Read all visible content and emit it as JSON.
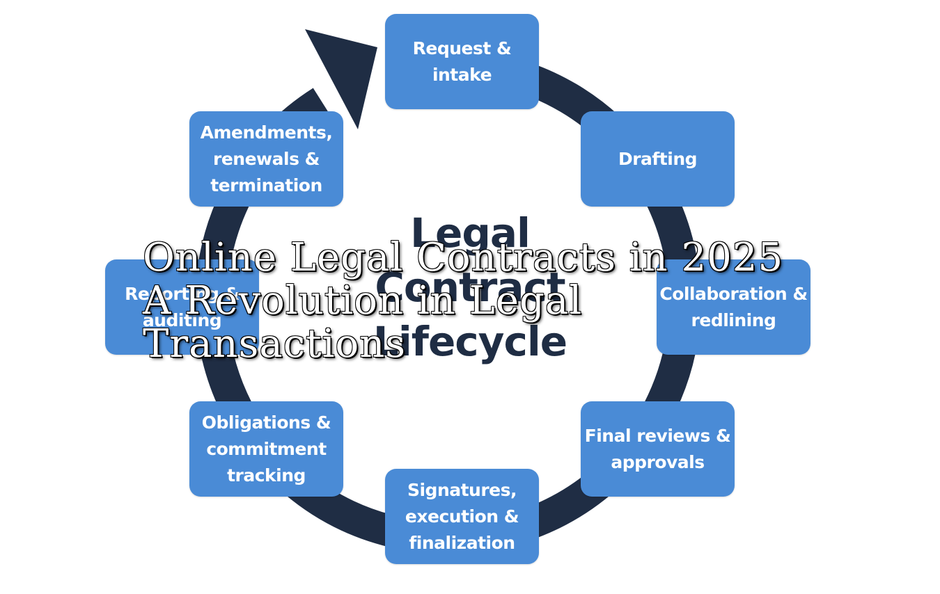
{
  "diagram": {
    "center_title_lines": [
      "Legal",
      "Contract",
      "Lifecycle"
    ],
    "steps": [
      {
        "label": "Request &\nintake"
      },
      {
        "label": "Drafting"
      },
      {
        "label": "Collaboration &\nredlining"
      },
      {
        "label": "Final reviews &\napprovals"
      },
      {
        "label": "Signatures,\nexecution &\nfinalization"
      },
      {
        "label": "Obligations &\ncommitment\ntracking"
      },
      {
        "label": "Reporting &\nauditing"
      },
      {
        "label": "Amendments,\nrenewals &\ntermination"
      }
    ],
    "colors": {
      "box": "#4a8bd6",
      "ring": "#1f2d44",
      "box_text": "#ffffff"
    }
  },
  "overlay": {
    "title_lines": [
      "Online Legal Contracts in 2025",
      "A Revolution in Legal",
      "Transactions"
    ]
  }
}
